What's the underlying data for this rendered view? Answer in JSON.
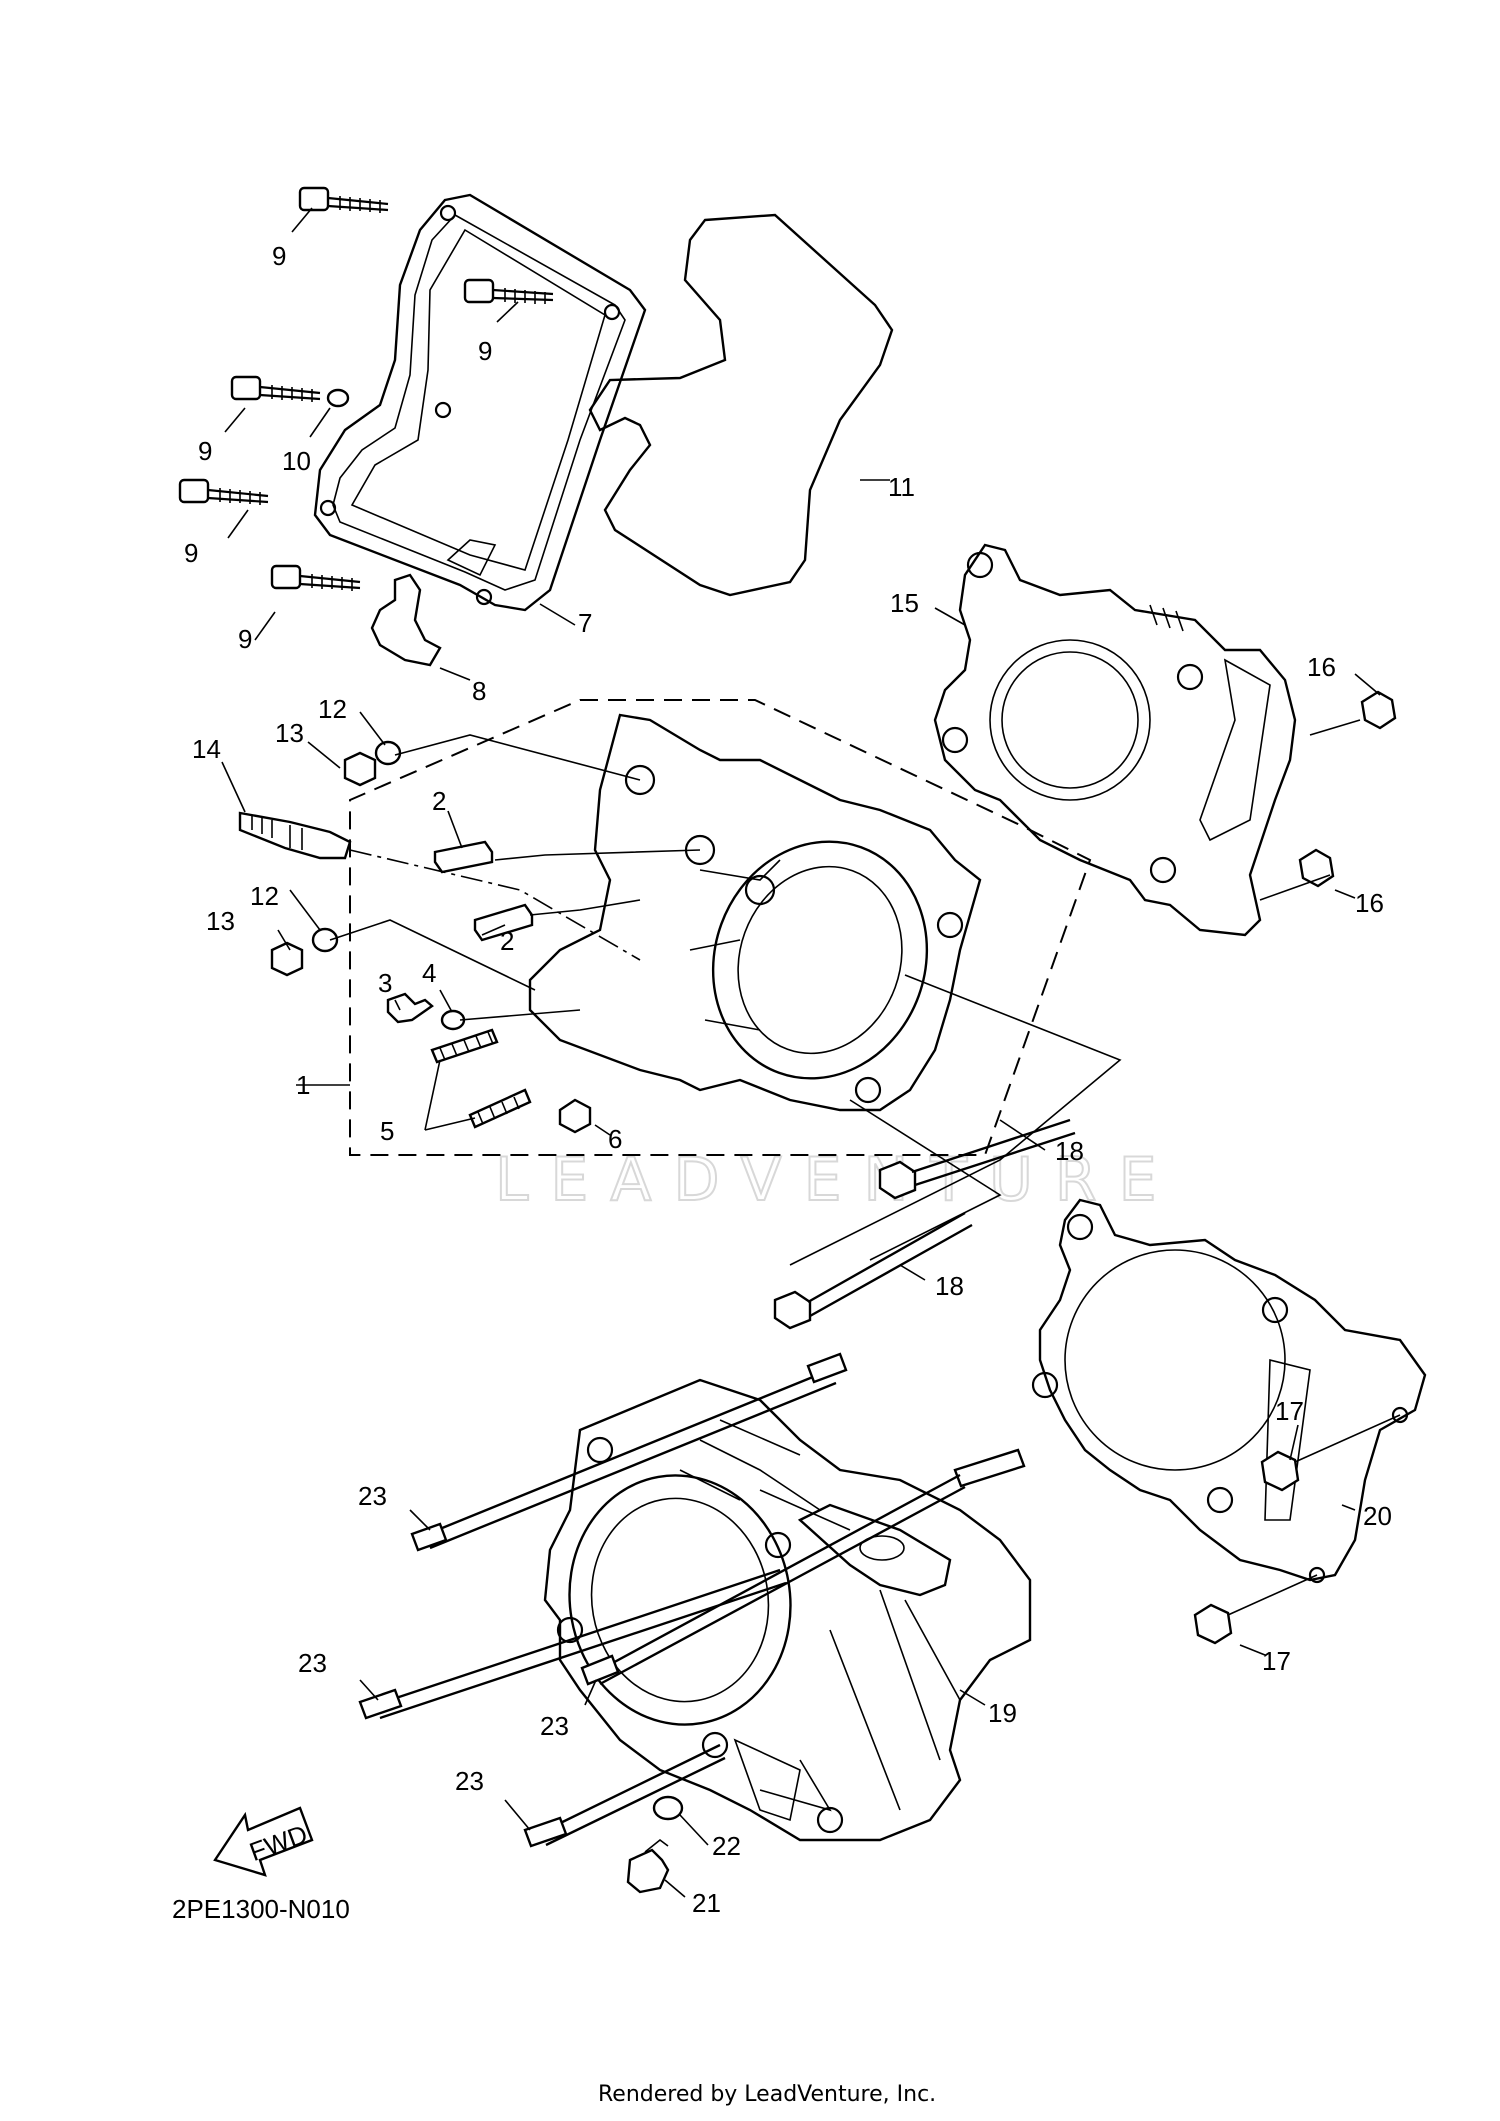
{
  "diagram": {
    "code": "2PE1300-N010",
    "watermark": "LEADVENTURE",
    "footer": "Rendered by LeadVenture, Inc.",
    "fwd_label": "FWD",
    "callouts": [
      {
        "id": "c9a",
        "text": "9"
      },
      {
        "id": "c9b",
        "text": "9"
      },
      {
        "id": "c9c",
        "text": "9"
      },
      {
        "id": "c9d",
        "text": "9"
      },
      {
        "id": "c9e",
        "text": "9"
      },
      {
        "id": "c10",
        "text": "10"
      },
      {
        "id": "c11",
        "text": "11"
      },
      {
        "id": "c7",
        "text": "7"
      },
      {
        "id": "c8",
        "text": "8"
      },
      {
        "id": "c15",
        "text": "15"
      },
      {
        "id": "c16a",
        "text": "16"
      },
      {
        "id": "c16b",
        "text": "16"
      },
      {
        "id": "c12a",
        "text": "12"
      },
      {
        "id": "c13a",
        "text": "13"
      },
      {
        "id": "c14",
        "text": "14"
      },
      {
        "id": "c2a",
        "text": "2"
      },
      {
        "id": "c2b",
        "text": "2"
      },
      {
        "id": "c12b",
        "text": "12"
      },
      {
        "id": "c13b",
        "text": "13"
      },
      {
        "id": "c3",
        "text": "3"
      },
      {
        "id": "c4",
        "text": "4"
      },
      {
        "id": "c1",
        "text": "1"
      },
      {
        "id": "c5",
        "text": "5"
      },
      {
        "id": "c6",
        "text": "6"
      },
      {
        "id": "c18a",
        "text": "18"
      },
      {
        "id": "c18b",
        "text": "18"
      },
      {
        "id": "c17a",
        "text": "17"
      },
      {
        "id": "c20",
        "text": "20"
      },
      {
        "id": "c17b",
        "text": "17"
      },
      {
        "id": "c23a",
        "text": "23"
      },
      {
        "id": "c23b",
        "text": "23"
      },
      {
        "id": "c23c",
        "text": "23"
      },
      {
        "id": "c23d",
        "text": "23"
      },
      {
        "id": "c19",
        "text": "19"
      },
      {
        "id": "c22",
        "text": "22"
      },
      {
        "id": "c21",
        "text": "21"
      }
    ]
  }
}
